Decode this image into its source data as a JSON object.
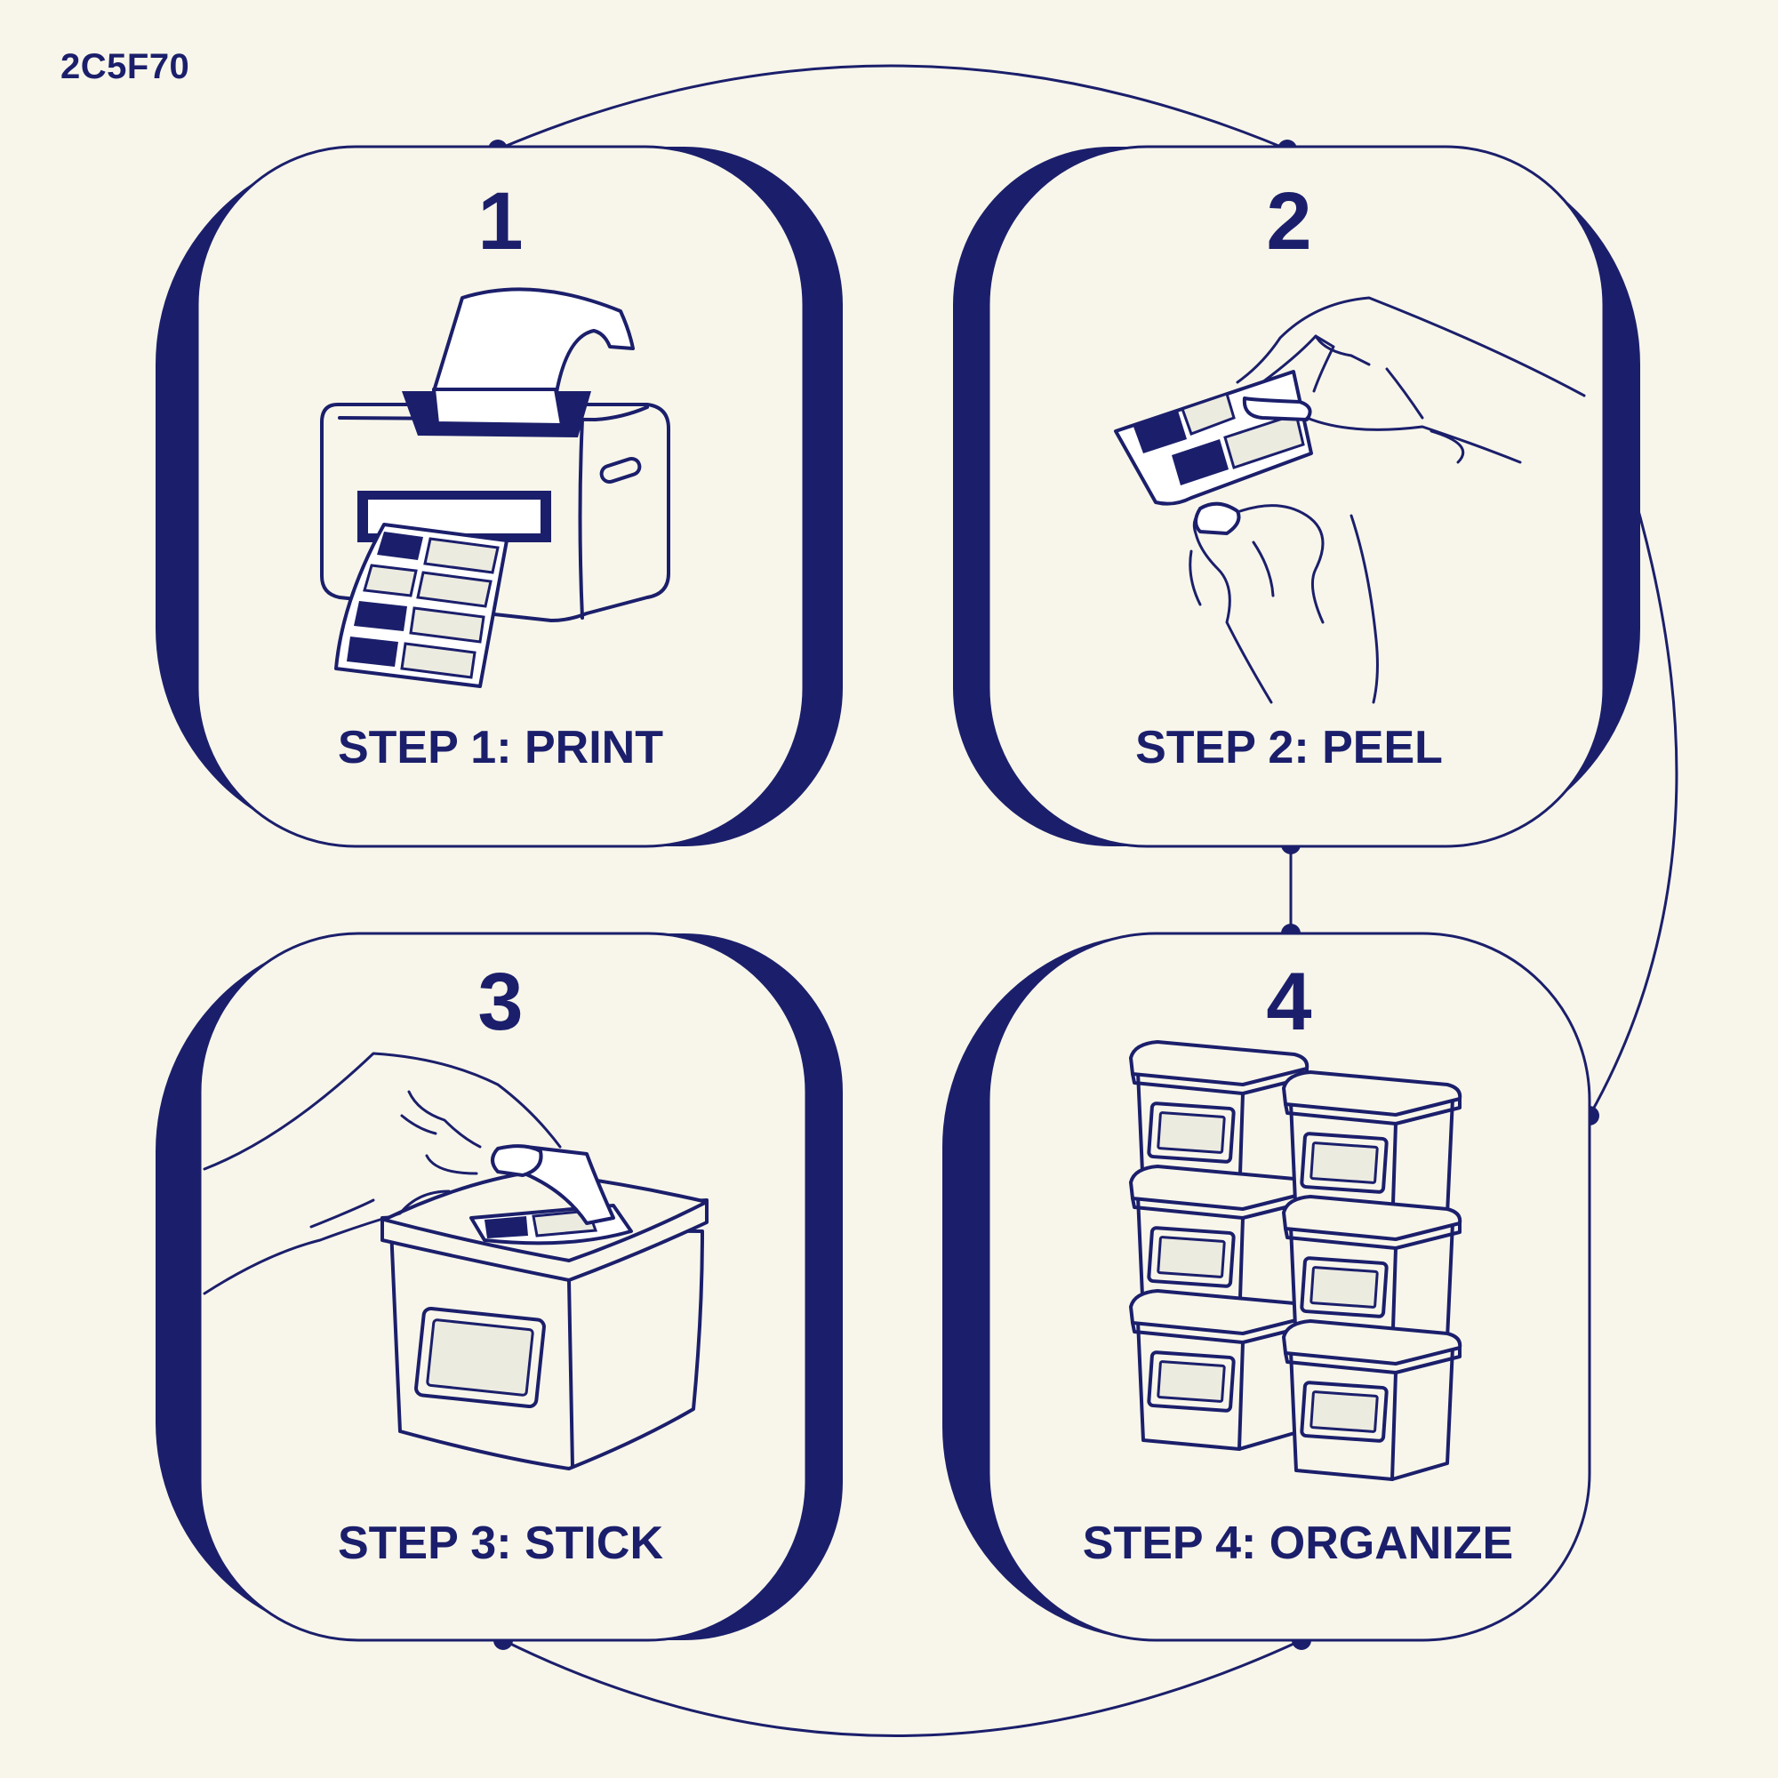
{
  "corner_code": "2C5F70",
  "colors": {
    "ink": "#1b1f6b",
    "background": "#f8f6ea"
  },
  "steps": [
    {
      "number": "1",
      "caption": "STEP 1: PRINT",
      "icon": "label-printer-icon"
    },
    {
      "number": "2",
      "caption": "STEP 2: PEEL",
      "icon": "hand-peeling-label-icon"
    },
    {
      "number": "3",
      "caption": "STEP 3: STICK",
      "icon": "hand-sticking-label-on-box-icon"
    },
    {
      "number": "4",
      "caption": "STEP 4: ORGANIZE",
      "icon": "stacked-containers-icon"
    }
  ]
}
